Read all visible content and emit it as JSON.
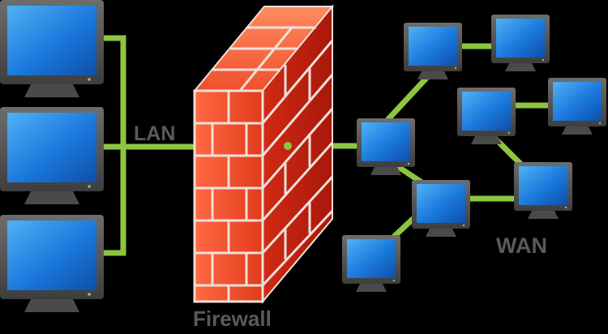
{
  "labels": {
    "lan": "LAN",
    "wan": "WAN",
    "firewall": "Firewall"
  },
  "colors": {
    "background": "#000000",
    "link": "#8cc63f",
    "brick": "#e8321e",
    "brick_dark": "#b51d10",
    "mortar": "#e6d8d0",
    "screen": "#1a6fd0",
    "monitor_frame": "#5a5a5a",
    "label_text": "#5a5a5a"
  },
  "icons": {
    "monitor": "monitor-icon",
    "firewall": "brick-wall-icon"
  }
}
